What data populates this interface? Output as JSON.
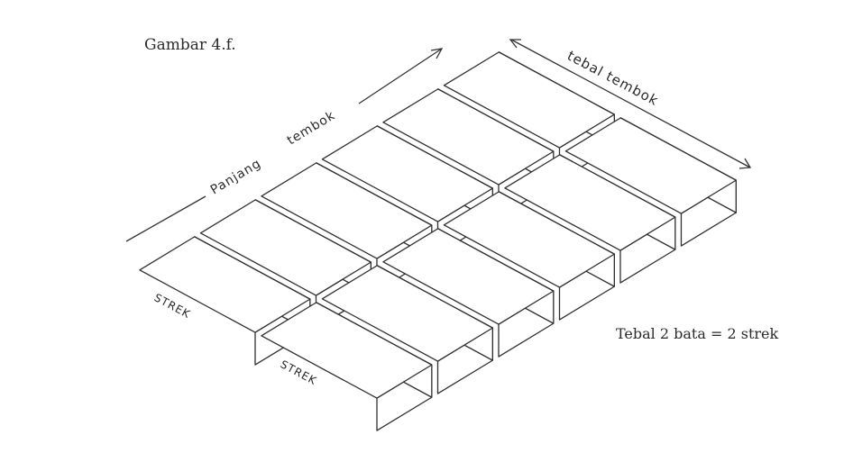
{
  "figure": {
    "caption": "Gambar 4.f.",
    "length_label_word1": "Panjang",
    "length_label_word2": "tembok",
    "thickness_label": "tebal tembok",
    "note": "Tebal 2 bata = 2 strek",
    "brick_label": "STREK"
  }
}
